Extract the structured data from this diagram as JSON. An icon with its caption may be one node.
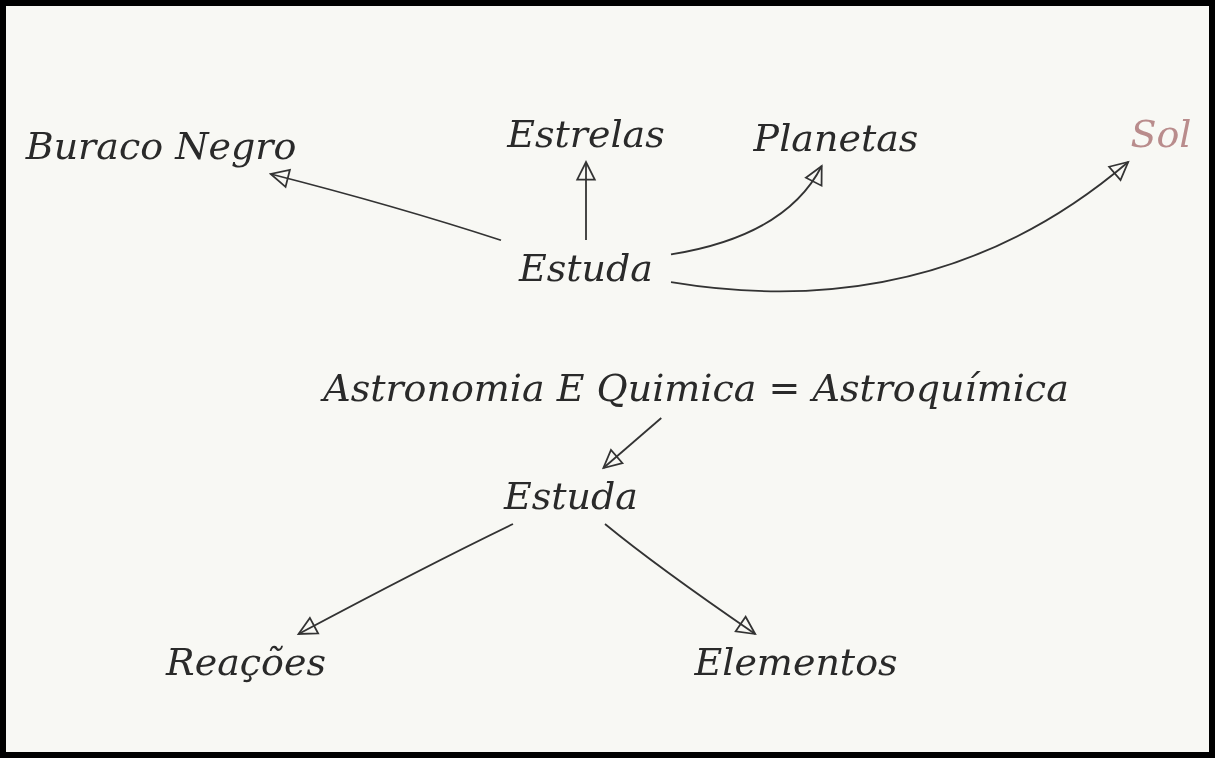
{
  "diagram": {
    "nodes": [
      {
        "text": [
          "Buraco Negro"
        ]
      },
      {
        "text": [
          "Estrelas"
        ]
      },
      {
        "text": [
          "Planetas"
        ]
      },
      {
        "text": [
          "Sol"
        ]
      },
      {
        "text": [
          "Estuda"
        ]
      },
      {
        "text": [
          "Astronomia E Quimica = Astroquímica"
        ]
      },
      {
        "text": [
          "Estuda"
        ]
      },
      {
        "text": [
          "Reações"
        ]
      },
      {
        "text": [
          "Elementos"
        ]
      }
    ],
    "edges": [
      {
        "from": 4,
        "to": 0,
        "arrow": "to"
      },
      {
        "from": 4,
        "to": 1,
        "arrow": "to"
      },
      {
        "from": 4,
        "to": 2,
        "arrow": "to"
      },
      {
        "from": 4,
        "to": 3,
        "arrow": "to"
      },
      {
        "from": 5,
        "to": 6,
        "arrow": "to"
      },
      {
        "from": 6,
        "to": 7,
        "arrow": "to"
      },
      {
        "from": 6,
        "to": 8,
        "arrow": "to"
      }
    ]
  }
}
